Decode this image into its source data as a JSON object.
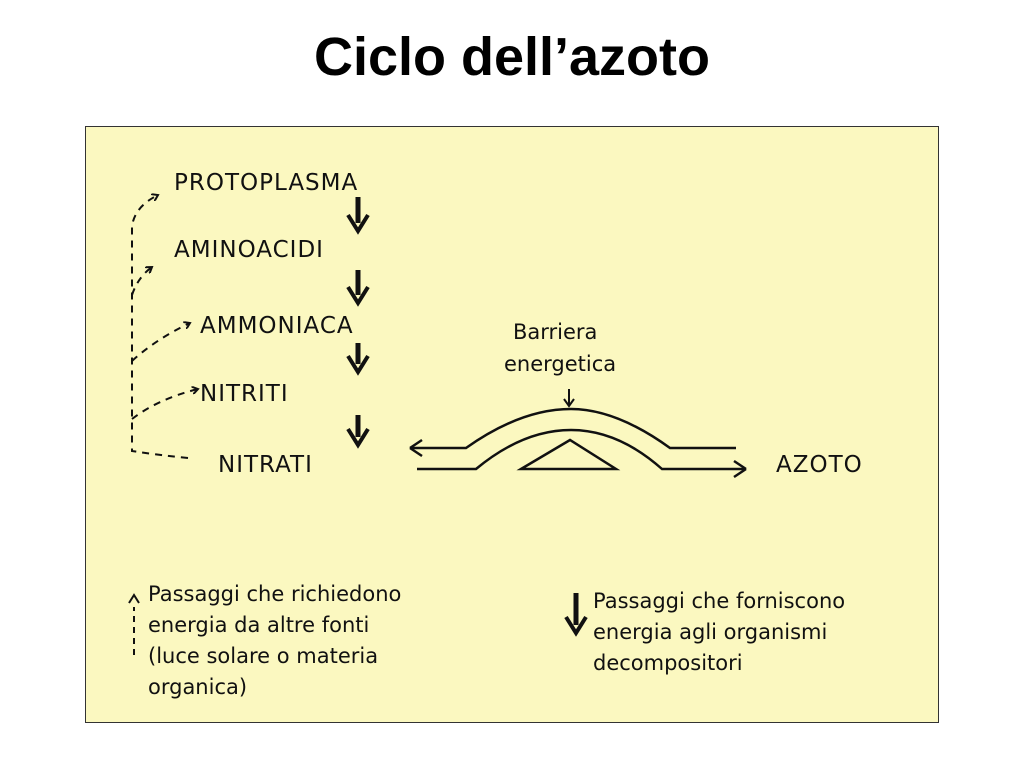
{
  "slide": {
    "title": "Ciclo dell’azoto"
  },
  "colors": {
    "panel_background": "#fbf8c0",
    "ink": "#111111"
  },
  "diagram": {
    "compounds": [
      {
        "id": "protoplasma",
        "label": "PROTOPLASMA"
      },
      {
        "id": "aminoacidi",
        "label": "AMINOACIDI"
      },
      {
        "id": "ammoniaca",
        "label": "AMMONIACA"
      },
      {
        "id": "nitriti",
        "label": "NITRITI"
      },
      {
        "id": "nitrati",
        "label": "NITRATI"
      }
    ],
    "azoto_label": "AZOTO",
    "barrier": {
      "line1": "Barriera",
      "line2": "energetica"
    },
    "legend": {
      "requires_energy": {
        "icon": "dashed-up-arrow-icon",
        "lines": [
          "Passaggi che richiedono",
          "energia da altre fonti",
          "(luce solare o materia",
          "organica)"
        ]
      },
      "provides_energy": {
        "icon": "solid-down-arrow-icon",
        "lines": [
          "Passaggi che forniscono",
          "energia agli organismi",
          "decompositori"
        ]
      }
    }
  }
}
